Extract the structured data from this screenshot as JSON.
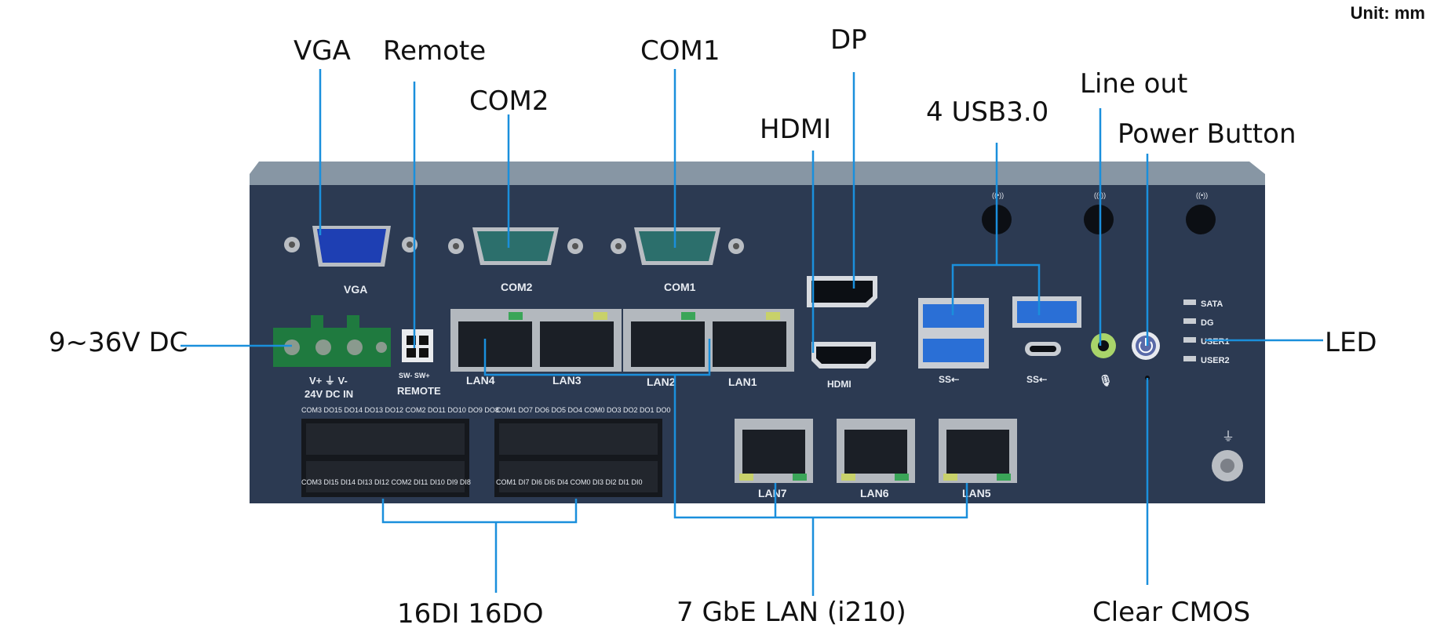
{
  "unit_label": "Unit: mm",
  "callouts": {
    "vga": "VGA",
    "remote": "Remote",
    "com2": "COM2",
    "com1": "COM1",
    "dp": "DP",
    "hdmi": "HDMI",
    "usb": "4 USB3.0",
    "line_out": "Line out",
    "power_button": "Power Button",
    "dc_in": "9~36V DC",
    "led": "LED",
    "dio": "16DI 16DO",
    "lan": "7 GbE LAN (i210)",
    "clear_cmos": "Clear CMOS"
  },
  "panel_labels": {
    "vga": "VGA",
    "com2": "COM2",
    "com1": "COM1",
    "dc_top": "V+  ⏚  V-",
    "dc_bottom": "24V  DC  IN",
    "remote_top": "SW-  SW+",
    "remote": "REMOTE",
    "lan4": "LAN4",
    "lan3": "LAN3",
    "lan2": "LAN2",
    "lan1": "LAN1",
    "lan7": "LAN7",
    "lan6": "LAN6",
    "lan5": "LAN5",
    "hdmi_logo": "HDMI",
    "ss1": "SS⇠",
    "ss2": "SS⇠",
    "led_sata": "SATA",
    "led_dg": "DG",
    "led_user1": "USER1",
    "led_user2": "USER2",
    "do_top": "COM3 DO15 DO14 DO13 DO12 COM2 DO11 DO10 DO9 DO8",
    "di_bottom": "COM3 DI15 DI14 DI13 DI12 COM2 DI11 DI10 DI9 DI8",
    "do_top2": "COM1 DO7 DO6 DO5 DO4 COM0 DO3 DO2 DO1 DO0",
    "di_bottom2": "COM1 DI7 DI6 DI5 DI4 COM0 DI3 DI2 DI1 DI0"
  },
  "colors": {
    "panel": "#2c3a52",
    "lid": "#8796a4",
    "leader": "#1a8fdc",
    "vga_blue": "#1e3fb3",
    "com_teal": "#2c6f6c",
    "usb_blue": "#2a6fd6",
    "terminal_green": "#1f7a3f",
    "lineout_green": "#a9d46a"
  }
}
